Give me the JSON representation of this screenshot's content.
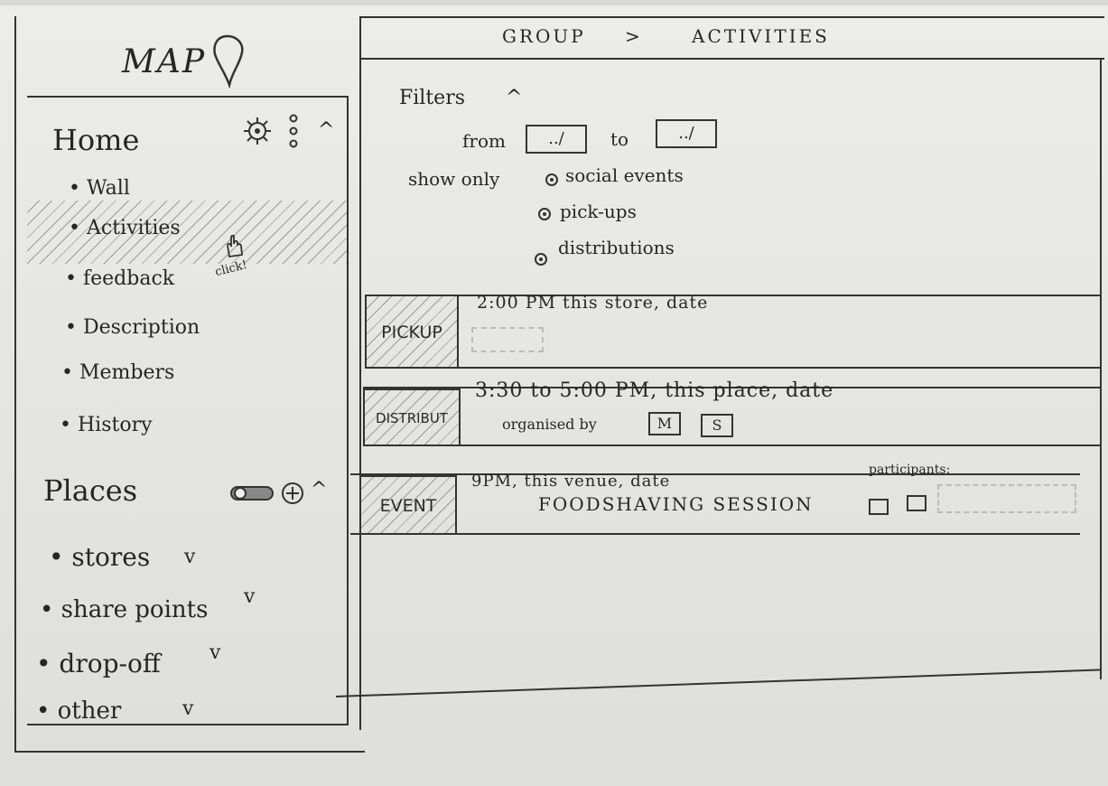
{
  "logo": {
    "text": "MAP"
  },
  "breadcrumb": {
    "group": "GROUP",
    "separator": ">",
    "current": "ACTIVITIES"
  },
  "sidebar": {
    "home": {
      "title": "Home",
      "items": [
        {
          "label": "Wall"
        },
        {
          "label": "Activities",
          "selected": true
        },
        {
          "label": "feedback"
        },
        {
          "label": "Description"
        },
        {
          "label": "Members"
        },
        {
          "label": "History"
        }
      ],
      "collapse": "^",
      "click_note": "click!"
    },
    "places": {
      "title": "Places",
      "collapse": "^",
      "add": "+",
      "items": [
        {
          "label": "stores",
          "expand": "v"
        },
        {
          "label": "share points",
          "expand": "v"
        },
        {
          "label": "drop-off",
          "expand": "v"
        },
        {
          "label": "other",
          "expand": "v"
        }
      ]
    }
  },
  "filters": {
    "title": "Filters",
    "toggle": "^",
    "from_label": "from",
    "from_value": "../",
    "to_label": "to",
    "to_value": "../",
    "show_only_label": "show only",
    "options": [
      {
        "label": "social events",
        "checked": true
      },
      {
        "label": "pick-ups",
        "checked": true
      },
      {
        "label": "distributions",
        "checked": true
      }
    ]
  },
  "activities": [
    {
      "type": "PICKUP",
      "line1": "2:00 PM  this store, date"
    },
    {
      "type": "DISTRIBUT",
      "line1": "3:30 to 5:00 PM, this place, date",
      "organised_by": "organised by",
      "organisers": [
        "M",
        "S"
      ]
    },
    {
      "type": "EVENT",
      "line1": "9PM, this venue, date",
      "line2": "FOODSHAVING SESSION",
      "participants_label": "participants:"
    }
  ]
}
